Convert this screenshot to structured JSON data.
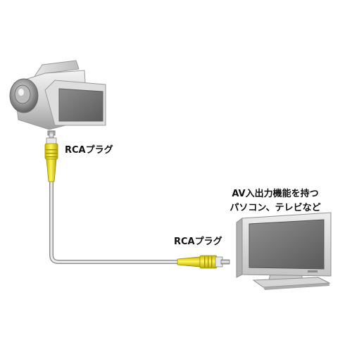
{
  "labels": {
    "plug_top": "RCAプラグ",
    "plug_bottom": "RCAプラグ",
    "device_line1": "AV入出力機能を持つ",
    "device_line2": "パソコン、テレビなど"
  },
  "colors": {
    "background": "#ffffff",
    "plug_yellow": "#f2e600",
    "plug_yellow_shade": "#c9b800",
    "cable": "#e9e9e9",
    "cable_outline": "#8c8c8c",
    "device_body": "#d9d9d9",
    "device_shadow": "#a9a9a9",
    "screen": "#7a7a7a"
  },
  "icons": {
    "camera": "camcorder-icon",
    "monitor": "monitor-icon"
  }
}
